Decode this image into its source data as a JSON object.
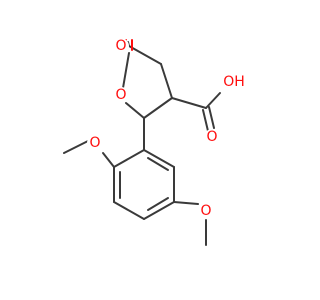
{
  "molecule": {
    "atoms": {
      "carbonyl_o": {
        "symbol": "O",
        "color": "#ff0d0d"
      },
      "ring_o": {
        "symbol": "O",
        "color": "#ff0d0d"
      },
      "acid_o_double": {
        "symbol": "O",
        "color": "#ff0d0d"
      },
      "acid_oh": {
        "symbol": "OH",
        "color": "#ff0d0d"
      },
      "methoxy_o_upper": {
        "symbol": "O",
        "color": "#ff0d0d"
      },
      "methoxy_o_lower": {
        "symbol": "O",
        "color": "#ff0d0d"
      }
    },
    "bond_color": "#3a3a3a"
  }
}
